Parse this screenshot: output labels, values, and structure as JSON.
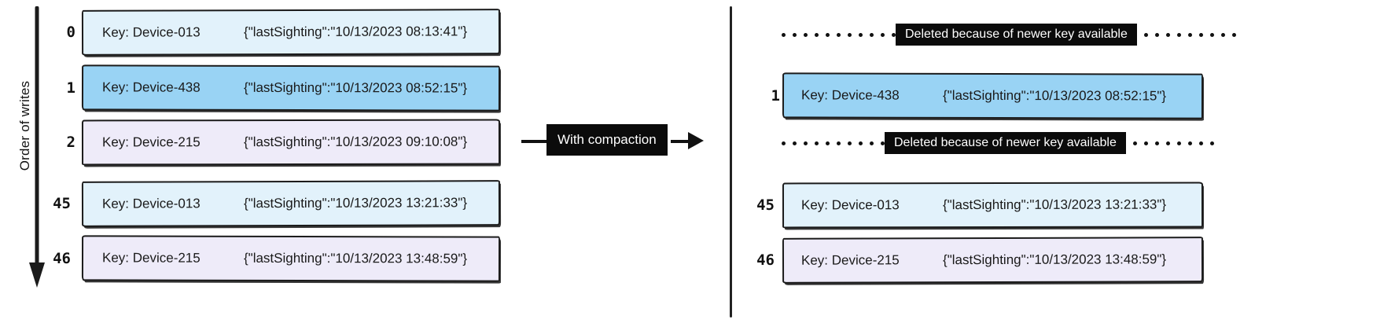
{
  "axis": {
    "label": "Order of writes",
    "arrow_icon": "down-arrow-icon"
  },
  "middle": {
    "tag_label": "With compaction",
    "arrow_icon": "right-arrow-icon"
  },
  "left_panel": {
    "name": "uncompacted-log",
    "rows": [
      {
        "index": "0",
        "key": "Key: Device-013",
        "value": "{\"lastSighting\":\"10/13/2023 08:13:41\"}",
        "color": "#e2f2fb"
      },
      {
        "index": "1",
        "key": "Key: Device-438",
        "value": "{\"lastSighting\":\"10/13/2023 08:52:15\"}",
        "color": "#99d3f4"
      },
      {
        "index": "2",
        "key": "Key: Device-215",
        "value": "{\"lastSighting\":\"10/13/2023 09:10:08\"}",
        "color": "#eeebf9"
      },
      {
        "index": "45",
        "key": "Key: Device-013",
        "value": "{\"lastSighting\":\"10/13/2023 13:21:33\"}",
        "color": "#e2f2fb"
      },
      {
        "index": "46",
        "key": "Key: Device-215",
        "value": "{\"lastSighting\":\"10/13/2023 13:48:59\"}",
        "color": "#eeebf9"
      }
    ]
  },
  "right_panel": {
    "name": "compacted-log",
    "deleted_label": "Deleted because of newer key available",
    "rows": [
      {
        "index": "1",
        "key": "Key: Device-438",
        "value": "{\"lastSighting\":\"10/13/2023 08:52:15\"}",
        "color": "#99d3f4"
      },
      {
        "index": "45",
        "key": "Key: Device-013",
        "value": "{\"lastSighting\":\"10/13/2023 13:21:33\"}",
        "color": "#e2f2fb"
      },
      {
        "index": "46",
        "key": "Key: Device-215",
        "value": "{\"lastSighting\":\"10/13/2023 13:48:59\"}",
        "color": "#eeebf9"
      }
    ],
    "deleted_markers": [
      {
        "id": "deleted-marker-0"
      },
      {
        "id": "deleted-marker-2"
      }
    ]
  },
  "colors": {
    "ink": "#1b1b1b",
    "chip_bg": "#0b0b0b",
    "chip_fg": "#ffffff",
    "blue_light": "#e2f2fb",
    "blue_mid": "#99d3f4",
    "lavender": "#eeebf9"
  }
}
